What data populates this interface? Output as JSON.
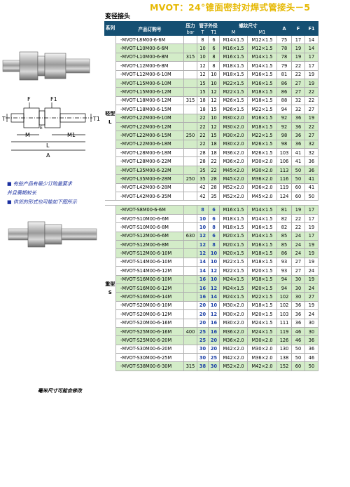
{
  "page": {
    "title": "MVOT：24°锥面密封对焊式管接头－5",
    "section": "变径接头",
    "notes": [
      "■ 有些产品有最少订购量要求",
      "   并且需期较长",
      "■ 供货的形式也可能如下图所示"
    ],
    "footnote": "毫米尺寸可能会修改",
    "diagram_labels": {
      "F": "F",
      "F1": "F1",
      "T": "T",
      "T1": "T1",
      "E": "E",
      "M": "M",
      "M1": "M1",
      "L": "L",
      "A": "A"
    }
  },
  "table": {
    "headers": {
      "series": "系列",
      "part_no": "产品订购号",
      "pressure": "压力",
      "pressure_unit": "bar",
      "tube_od": "管子外径",
      "T": "T",
      "T1": "T1",
      "thread": "螺纹尺寸",
      "M": "M",
      "M1": "M1",
      "A": "A",
      "F": "F",
      "F1": "F1"
    },
    "group_L": {
      "label": "轻型L"
    },
    "group_S": {
      "label": "重型S"
    },
    "rows_L": [
      {
        "pn": "-MVOT-L8M00-6-6M",
        "p": "",
        "t": "8",
        "t1": "6",
        "m": "M14×1.5",
        "m1": "M12×1.5",
        "a": "75",
        "f": "17",
        "f1": "14",
        "green": false
      },
      {
        "pn": "-MVOT-L10M00-6-6M",
        "p": "",
        "t": "10",
        "t1": "6",
        "m": "M16×1.5",
        "m1": "M12×1.5",
        "a": "78",
        "f": "19",
        "f1": "14",
        "green": true
      },
      {
        "pn": "-MVOT-L10M00-6-8M",
        "p": "315",
        "t": "10",
        "t1": "8",
        "m": "M16×1.5",
        "m1": "M14×1.5",
        "a": "78",
        "f": "19",
        "f1": "17",
        "green": true
      },
      {
        "pn": "-MVOT-L12M00-6-8M",
        "p": "",
        "t": "12",
        "t1": "8",
        "m": "M18×1.5",
        "m1": "M14×1.5",
        "a": "79",
        "f": "22",
        "f1": "17",
        "green": false
      },
      {
        "pn": "-MVOT-L12M00-6-10M",
        "p": "",
        "t": "12",
        "t1": "10",
        "m": "M18×1.5",
        "m1": "M16×1.5",
        "a": "81",
        "f": "22",
        "f1": "19",
        "green": false
      },
      {
        "pn": "-MVOT-L15M00-6-10M",
        "p": "",
        "t": "15",
        "t1": "10",
        "m": "M22×1.5",
        "m1": "M16×1.5",
        "a": "86",
        "f": "27",
        "f1": "19",
        "green": true
      },
      {
        "pn": "-MVOT-L15M00-6-12M",
        "p": "",
        "t": "15",
        "t1": "12",
        "m": "M22×1.5",
        "m1": "M18×1.5",
        "a": "86",
        "f": "27",
        "f1": "22",
        "green": true
      },
      {
        "pn": "-MVOT-L18M00-6-12M",
        "p": "315",
        "t": "18",
        "t1": "12",
        "m": "M26×1.5",
        "m1": "M18×1.5",
        "a": "88",
        "f": "32",
        "f1": "22",
        "green": false
      },
      {
        "pn": "-MVOT-L18M00-6-15M",
        "p": "",
        "t": "18",
        "t1": "15",
        "m": "M26×1.5",
        "m1": "M22×1.5",
        "a": "94",
        "f": "32",
        "f1": "27",
        "green": false
      },
      {
        "pn": "-MVOT-L22M00-6-10M",
        "p": "",
        "t": "22",
        "t1": "10",
        "m": "M30×2.0",
        "m1": "M16×1.5",
        "a": "92",
        "f": "36",
        "f1": "19",
        "green": true
      },
      {
        "pn": "-MVOT-L22M00-6-12M",
        "p": "",
        "t": "22",
        "t1": "12",
        "m": "M30×2.0",
        "m1": "M18×1.5",
        "a": "92",
        "f": "36",
        "f1": "22",
        "green": true
      },
      {
        "pn": "-MVOT-L22M00-6-15M",
        "p": "250",
        "t": "22",
        "t1": "15",
        "m": "M30×2.0",
        "m1": "M22×1.5",
        "a": "98",
        "f": "36",
        "f1": "27",
        "green": true
      },
      {
        "pn": "-MVOT-L22M00-6-18M",
        "p": "",
        "t": "22",
        "t1": "18",
        "m": "M30×2.0",
        "m1": "M26×1.5",
        "a": "98",
        "f": "36",
        "f1": "32",
        "green": true
      },
      {
        "pn": "-MVOT-L28M00-6-18M",
        "p": "",
        "t": "28",
        "t1": "18",
        "m": "M36×2.0",
        "m1": "M26×1.5",
        "a": "103",
        "f": "41",
        "f1": "32",
        "green": false
      },
      {
        "pn": "-MVOT-L28M00-6-22M",
        "p": "",
        "t": "28",
        "t1": "22",
        "m": "M36×2.0",
        "m1": "M30×2.0",
        "a": "106",
        "f": "41",
        "f1": "36",
        "green": false
      },
      {
        "pn": "-MVOT-L35M00-6-22M",
        "p": "",
        "t": "35",
        "t1": "22",
        "m": "M45×2.0",
        "m1": "M30×2.0",
        "a": "113",
        "f": "50",
        "f1": "36",
        "green": true
      },
      {
        "pn": "-MVOT-L35M00-6-28M",
        "p": "250",
        "t": "35",
        "t1": "28",
        "m": "M45×2.0",
        "m1": "M36×2.0",
        "a": "116",
        "f": "50",
        "f1": "41",
        "green": true
      },
      {
        "pn": "-MVOT-L42M00-6-28M",
        "p": "",
        "t": "42",
        "t1": "28",
        "m": "M52×2.0",
        "m1": "M36×2.0",
        "a": "119",
        "f": "60",
        "f1": "41",
        "green": false
      },
      {
        "pn": "-MVOT-L42M00-6-35M",
        "p": "",
        "t": "42",
        "t1": "35",
        "m": "M52×2.0",
        "m1": "M45×2.0",
        "a": "124",
        "f": "60",
        "f1": "50",
        "green": false
      }
    ],
    "rows_S": [
      {
        "pn": "-MVOT-S8M00-6-6M",
        "p": "",
        "t": "8",
        "t1": "6",
        "m": "M16×1.5",
        "m1": "M14×1.5",
        "a": "81",
        "f": "19",
        "f1": "17",
        "green": true
      },
      {
        "pn": "-MVOT-S10M00-6-6M",
        "p": "",
        "t": "10",
        "t1": "6",
        "m": "M18×1.5",
        "m1": "M14×1.5",
        "a": "82",
        "f": "22",
        "f1": "17",
        "green": false
      },
      {
        "pn": "-MVOT-S10M00-6-8M",
        "p": "",
        "t": "10",
        "t1": "8",
        "m": "M18×1.5",
        "m1": "M16×1.5",
        "a": "82",
        "f": "22",
        "f1": "19",
        "green": false
      },
      {
        "pn": "-MVOT-S12M00-6-6M",
        "p": "630",
        "t": "12",
        "t1": "6",
        "m": "M20×1.5",
        "m1": "M14×1.5",
        "a": "85",
        "f": "24",
        "f1": "17",
        "green": true
      },
      {
        "pn": "-MVOT-S12M00-6-8M",
        "p": "",
        "t": "12",
        "t1": "8",
        "m": "M20×1.5",
        "m1": "M16×1.5",
        "a": "85",
        "f": "24",
        "f1": "19",
        "green": true
      },
      {
        "pn": "-MVOT-S12M00-6-10M",
        "p": "",
        "t": "12",
        "t1": "10",
        "m": "M20×1.5",
        "m1": "M18×1.5",
        "a": "86",
        "f": "24",
        "f1": "19",
        "green": true
      },
      {
        "pn": "-MVOT-S14M00-6-10M",
        "p": "",
        "t": "14",
        "t1": "10",
        "m": "M22×1.5",
        "m1": "M18×1.5",
        "a": "93",
        "f": "27",
        "f1": "19",
        "green": false
      },
      {
        "pn": "-MVOT-S14M00-6-12M",
        "p": "",
        "t": "14",
        "t1": "12",
        "m": "M22×1.5",
        "m1": "M20×1.5",
        "a": "93",
        "f": "27",
        "f1": "24",
        "green": false
      },
      {
        "pn": "-MVOT-S16M00-6-10M",
        "p": "",
        "t": "16",
        "t1": "10",
        "m": "M24×1.5",
        "m1": "M18×1.5",
        "a": "94",
        "f": "30",
        "f1": "19",
        "green": true
      },
      {
        "pn": "-MVOT-S16M00-6-12M",
        "p": "",
        "t": "16",
        "t1": "12",
        "m": "M24×1.5",
        "m1": "M20×1.5",
        "a": "94",
        "f": "30",
        "f1": "24",
        "green": true
      },
      {
        "pn": "-MVOT-S16M00-6-14M",
        "p": "",
        "t": "16",
        "t1": "14",
        "m": "M24×1.5",
        "m1": "M22×1.5",
        "a": "102",
        "f": "30",
        "f1": "27",
        "green": true
      },
      {
        "pn": "-MVOT-S20M00-6-10M",
        "p": "",
        "t": "20",
        "t1": "10",
        "m": "M30×2.0",
        "m1": "M18×1.5",
        "a": "102",
        "f": "36",
        "f1": "19",
        "green": false
      },
      {
        "pn": "-MVOT-S20M00-6-12M",
        "p": "",
        "t": "20",
        "t1": "12",
        "m": "M30×2.0",
        "m1": "M20×1.5",
        "a": "103",
        "f": "36",
        "f1": "24",
        "green": false
      },
      {
        "pn": "-MVOT-S20M00-6-16M",
        "p": "",
        "t": "20",
        "t1": "16",
        "m": "M30×2.0",
        "m1": "M24×1.5",
        "a": "111",
        "f": "36",
        "f1": "30",
        "green": false
      },
      {
        "pn": "-MVOT-S25M00-6-16M",
        "p": "400",
        "t": "25",
        "t1": "16",
        "m": "M36×2.0",
        "m1": "M24×1.5",
        "a": "119",
        "f": "46",
        "f1": "30",
        "green": true
      },
      {
        "pn": "-MVOT-S25M00-6-20M",
        "p": "",
        "t": "25",
        "t1": "20",
        "m": "M36×2.0",
        "m1": "M30×2.0",
        "a": "126",
        "f": "46",
        "f1": "36",
        "green": true
      },
      {
        "pn": "-MVOT-S30M00-6-20M",
        "p": "",
        "t": "30",
        "t1": "20",
        "m": "M42×2.0",
        "m1": "M30×2.0",
        "a": "130",
        "f": "50",
        "f1": "36",
        "green": false
      },
      {
        "pn": "-MVOT-S30M00-6-25M",
        "p": "",
        "t": "30",
        "t1": "25",
        "m": "M42×2.0",
        "m1": "M36×2.0",
        "a": "138",
        "f": "50",
        "f1": "46",
        "green": false
      },
      {
        "pn": "-MVOT-S38M00-6-30M",
        "p": "315",
        "t": "38",
        "t1": "30",
        "m": "M52×2.0",
        "m1": "M42×2.0",
        "a": "152",
        "f": "60",
        "f1": "50",
        "green": true
      }
    ]
  }
}
